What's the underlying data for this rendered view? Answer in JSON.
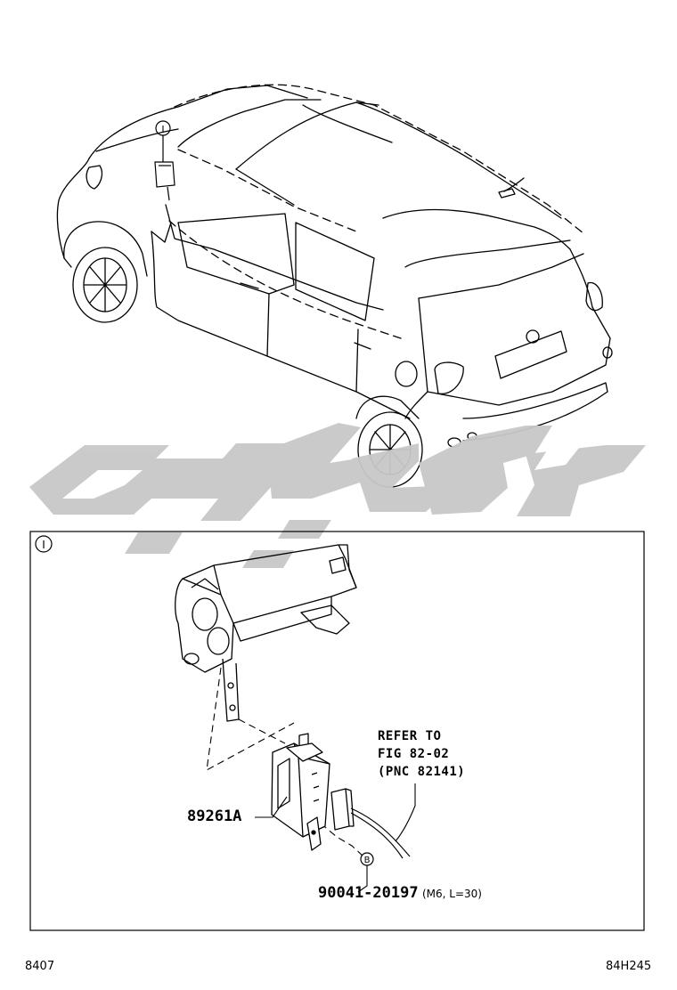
{
  "callouts": {
    "main_marker": "I",
    "detail_marker": "I",
    "bolt_marker": "B"
  },
  "detail": {
    "refer_line1": "REFER TO",
    "refer_line2": "FIG 82-02",
    "refer_line3": "(PNC 82141)",
    "part_ecu": "89261A",
    "part_bolt": "90041-20197",
    "part_bolt_spec": "(M6, L=30)"
  },
  "footer": {
    "left_code": "8407",
    "right_code": "84H245"
  },
  "icons": {
    "watermark": "watermark-logo",
    "vehicle": "vehicle-rear-icon",
    "bracket": "cowl-bracket-icon",
    "ecu": "control-module-icon",
    "connector": "connector-icon",
    "bolt": "bolt-icon"
  },
  "colors": {
    "line": "#000000",
    "watermark": "#c8c8c8",
    "background": "#ffffff"
  }
}
